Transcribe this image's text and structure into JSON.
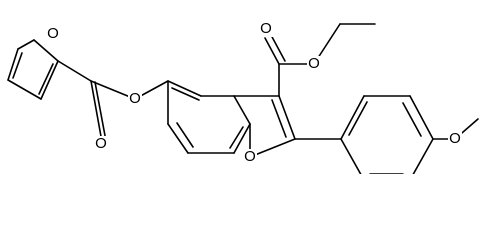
{
  "structure": {
    "atoms": {
      "furan_oxygen": "O",
      "carbonyl_oxygen_left": "O",
      "ester_oxygen_left": "O",
      "carbonyl_oxygen_right": "O",
      "ester_oxygen_right": "O",
      "benzofuran_oxygen": "O",
      "methoxy_oxygen": "O"
    }
  },
  "colors": {
    "bond": "#000000",
    "background": "#ffffff"
  }
}
